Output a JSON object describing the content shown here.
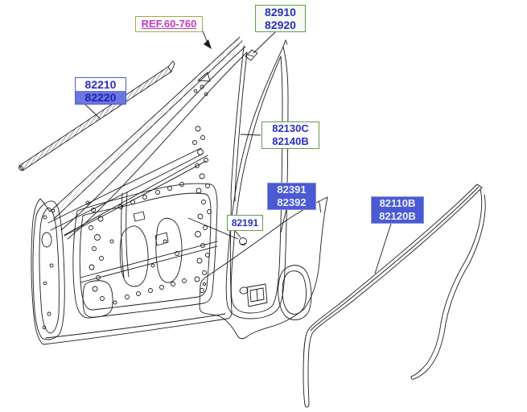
{
  "diagram_type": "vehicle-front-door-parts-diagram",
  "colors": {
    "part_number_text": "#2a2ec2",
    "highlight_background": "#4a5ad2",
    "highlight_text": "#eef1ff",
    "label_border_green": "#5f9e52",
    "label_border_blue": "#4a5ad2",
    "ref_text": "#c23ac2",
    "ref_border": "#a8a848",
    "line_art": "#1c1c1c"
  },
  "labels": {
    "ref": {
      "text": "REF.60-760"
    },
    "p82910": {
      "row1": "82910",
      "row2": "82920"
    },
    "p82210": {
      "row1": "82210",
      "row2": "82220"
    },
    "p82130": {
      "row1": "82130C",
      "row2": "82140B"
    },
    "p82391": {
      "row1": "82391",
      "row2": "82392"
    },
    "p82191": {
      "text": "82191"
    },
    "p82110": {
      "row1": "82110B",
      "row2": "82120B"
    }
  }
}
